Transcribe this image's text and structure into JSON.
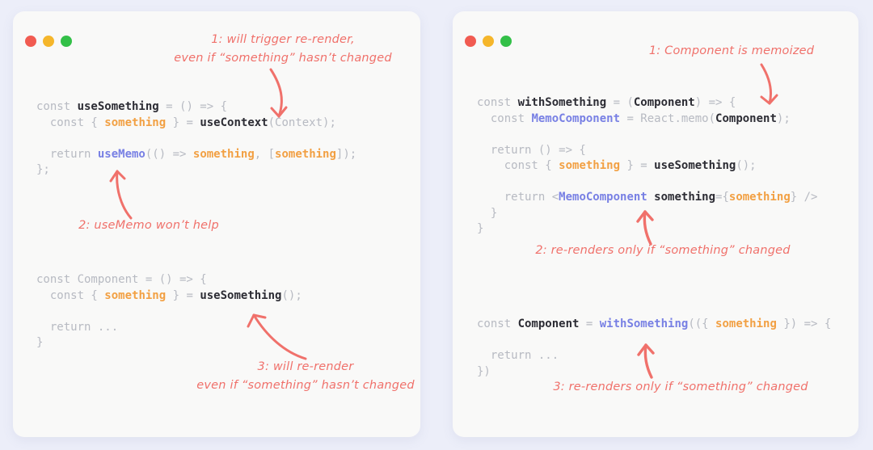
{
  "page": {
    "background": "#ECEEF9",
    "window_background": "#F9F9F8",
    "annotation_color": "#F0716B",
    "code_colors": {
      "muted": "#B7BAC2",
      "emphasis": "#2C2C34",
      "variable": "#F2A043",
      "memo": "#7880E4"
    }
  },
  "windows": [
    {
      "name": "plain-hooks-example",
      "traffic_lights": {
        "close": "#F15B51",
        "minimize": "#F5B62B",
        "maximize": "#33C048"
      },
      "code_blocks": [
        {
          "lines": [
            [
              {
                "t": "const ",
                "c": "k"
              },
              {
                "t": "useSomething",
                "c": "b"
              },
              {
                "t": " = () => {",
                "c": "k"
              }
            ],
            [
              {
                "t": "  const { ",
                "c": "k"
              },
              {
                "t": "something",
                "c": "o"
              },
              {
                "t": " } = ",
                "c": "k"
              },
              {
                "t": "useContext",
                "c": "b"
              },
              {
                "t": "(Context);",
                "c": "k"
              }
            ],
            [],
            [
              {
                "t": "  return ",
                "c": "k"
              },
              {
                "t": "useMemo",
                "c": "p"
              },
              {
                "t": "(() => ",
                "c": "k"
              },
              {
                "t": "something",
                "c": "o"
              },
              {
                "t": ", [",
                "c": "k"
              },
              {
                "t": "something",
                "c": "o"
              },
              {
                "t": "]);",
                "c": "k"
              }
            ],
            [
              {
                "t": "};",
                "c": "k"
              }
            ]
          ]
        },
        {
          "lines": [
            [
              {
                "t": "const Component = () => {",
                "c": "k"
              }
            ],
            [
              {
                "t": "  const { ",
                "c": "k"
              },
              {
                "t": "something",
                "c": "o"
              },
              {
                "t": " } = ",
                "c": "k"
              },
              {
                "t": "useSomething",
                "c": "b"
              },
              {
                "t": "();",
                "c": "k"
              }
            ],
            [],
            [
              {
                "t": "  return ...",
                "c": "k"
              }
            ],
            [
              {
                "t": "}",
                "c": "k"
              }
            ]
          ]
        }
      ],
      "annotations": [
        {
          "lines": [
            "1: will trigger re-render,",
            "even if “something” hasn’t changed"
          ]
        },
        {
          "lines": [
            "2: useMemo won’t help"
          ]
        },
        {
          "lines": [
            "3: will re-render",
            "even if “something” hasn’t changed"
          ]
        }
      ]
    },
    {
      "name": "memoized-hoc-example",
      "traffic_lights": {
        "close": "#F15B51",
        "minimize": "#F5B62B",
        "maximize": "#33C048"
      },
      "code_blocks": [
        {
          "lines": [
            [
              {
                "t": "const ",
                "c": "k"
              },
              {
                "t": "withSomething",
                "c": "b"
              },
              {
                "t": " = (",
                "c": "k"
              },
              {
                "t": "Component",
                "c": "b"
              },
              {
                "t": ") => {",
                "c": "k"
              }
            ],
            [
              {
                "t": "  const ",
                "c": "k"
              },
              {
                "t": "MemoComponent",
                "c": "p"
              },
              {
                "t": " = React.memo(",
                "c": "k"
              },
              {
                "t": "Component",
                "c": "b"
              },
              {
                "t": ");",
                "c": "k"
              }
            ],
            [],
            [
              {
                "t": "  return () => {",
                "c": "k"
              }
            ],
            [
              {
                "t": "    const { ",
                "c": "k"
              },
              {
                "t": "something",
                "c": "o"
              },
              {
                "t": " } = ",
                "c": "k"
              },
              {
                "t": "useSomething",
                "c": "b"
              },
              {
                "t": "();",
                "c": "k"
              }
            ],
            [],
            [
              {
                "t": "    return <",
                "c": "k"
              },
              {
                "t": "MemoComponent",
                "c": "p"
              },
              {
                "t": " ",
                "c": "k"
              },
              {
                "t": "something",
                "c": "b"
              },
              {
                "t": "={",
                "c": "k"
              },
              {
                "t": "something",
                "c": "o"
              },
              {
                "t": "} />",
                "c": "k"
              }
            ],
            [
              {
                "t": "  }",
                "c": "k"
              }
            ],
            [
              {
                "t": "}",
                "c": "k"
              }
            ]
          ]
        },
        {
          "lines": [
            [
              {
                "t": "const ",
                "c": "k"
              },
              {
                "t": "Component",
                "c": "b"
              },
              {
                "t": " = ",
                "c": "k"
              },
              {
                "t": "withSomething",
                "c": "p"
              },
              {
                "t": "(({ ",
                "c": "k"
              },
              {
                "t": "something",
                "c": "o"
              },
              {
                "t": " }) => {",
                "c": "k"
              }
            ],
            [],
            [
              {
                "t": "  return ...",
                "c": "k"
              }
            ],
            [
              {
                "t": "})",
                "c": "k"
              }
            ]
          ]
        }
      ],
      "annotations": [
        {
          "lines": [
            "1: Component is memoized"
          ]
        },
        {
          "lines": [
            "2: re-renders only if “something” changed"
          ]
        },
        {
          "lines": [
            "3: re-renders only if “something” changed"
          ]
        }
      ]
    }
  ]
}
